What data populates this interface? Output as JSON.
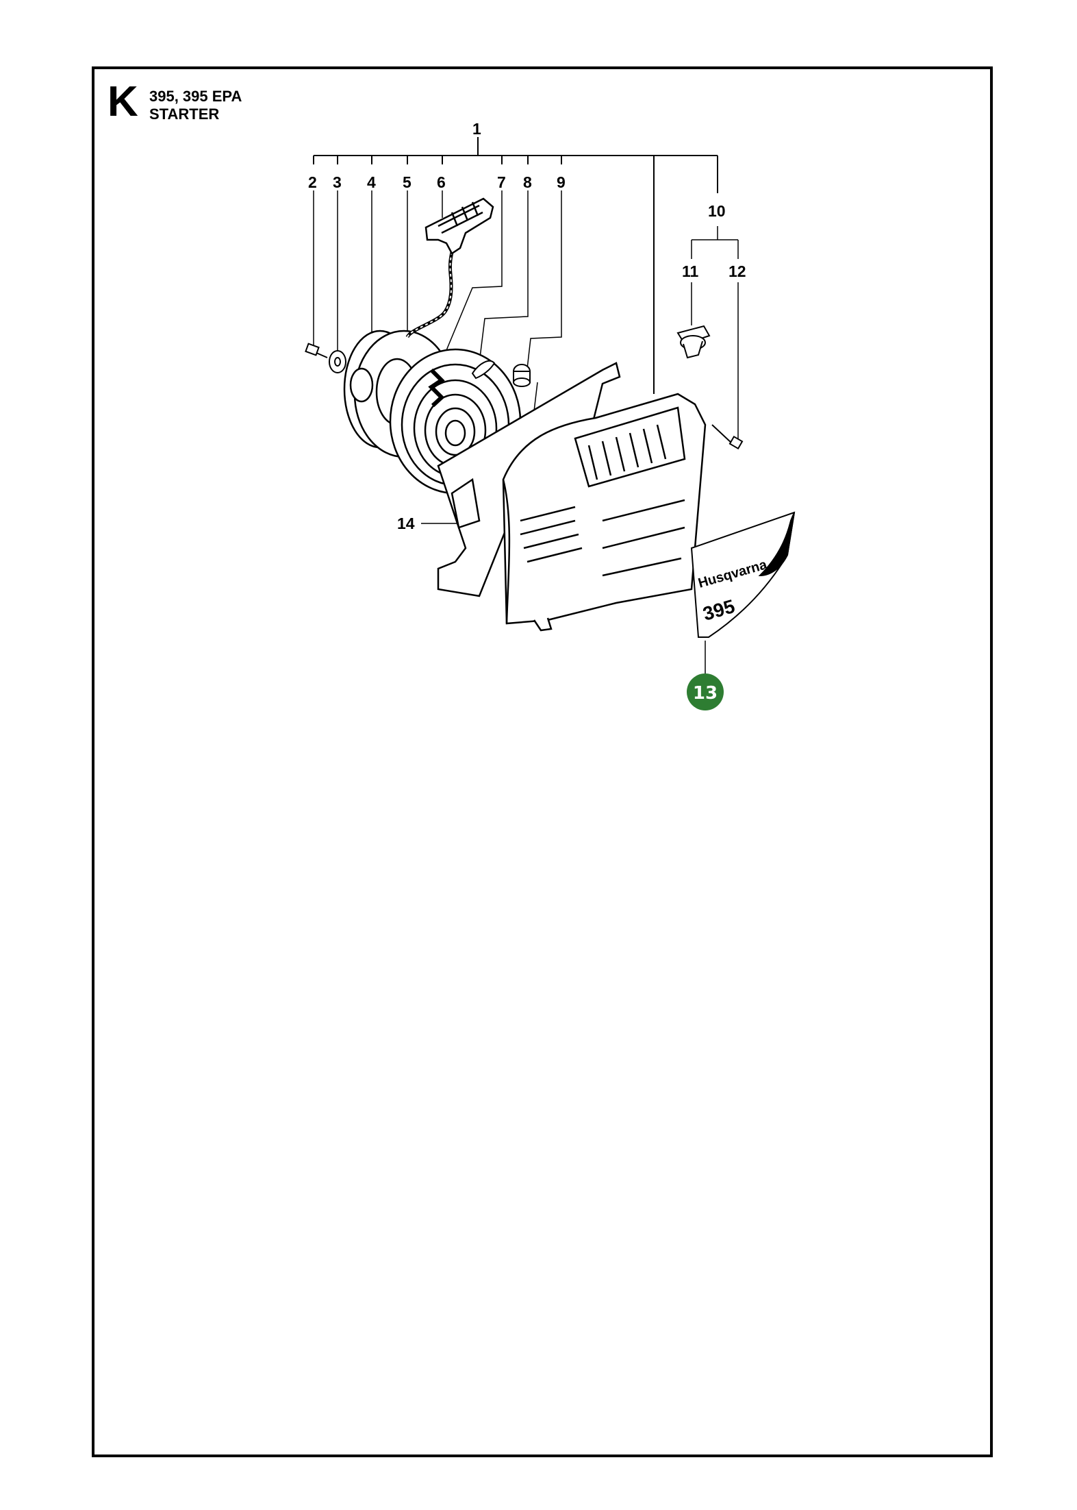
{
  "section": {
    "letter": "K",
    "model": "395, 395 EPA",
    "name": "STARTER"
  },
  "callouts": {
    "c1": "1",
    "c2": "2",
    "c3": "3",
    "c4": "4",
    "c5": "5",
    "c6": "6",
    "c7": "7",
    "c8": "8",
    "c9": "9",
    "c10": "10",
    "c11": "11",
    "c12": "12",
    "c13": "13",
    "c14": "14"
  },
  "decal": {
    "brand": "Husqvarna",
    "model": "395"
  },
  "highlight": {
    "callout": "13",
    "color": "#2e7d32"
  },
  "colors": {
    "line": "#000000",
    "background": "#ffffff"
  }
}
